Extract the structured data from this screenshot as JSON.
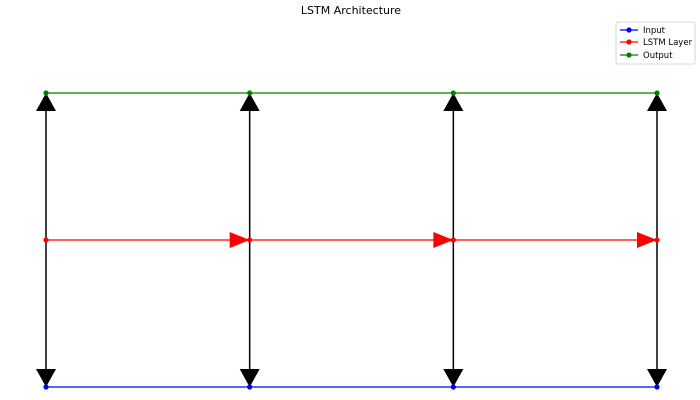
{
  "diagram": {
    "title": "LSTM Architecture",
    "legend": {
      "placement": "top-right",
      "entries": [
        {
          "label": "Input",
          "color": "#0000ff"
        },
        {
          "label": "LSTM Layer",
          "color": "#ff0000"
        },
        {
          "label": "Output",
          "color": "#008000"
        }
      ]
    },
    "timesteps": 4,
    "layers": [
      {
        "name": "input",
        "color": "#0000ff"
      },
      {
        "name": "lstm",
        "color": "#ff0000"
      },
      {
        "name": "output",
        "color": "#008000"
      }
    ],
    "vertical_arrows": {
      "color": "#000000",
      "direction": "bidirectional"
    },
    "recurrent_arrows": {
      "color": "#ff0000",
      "direction": "forward"
    }
  }
}
